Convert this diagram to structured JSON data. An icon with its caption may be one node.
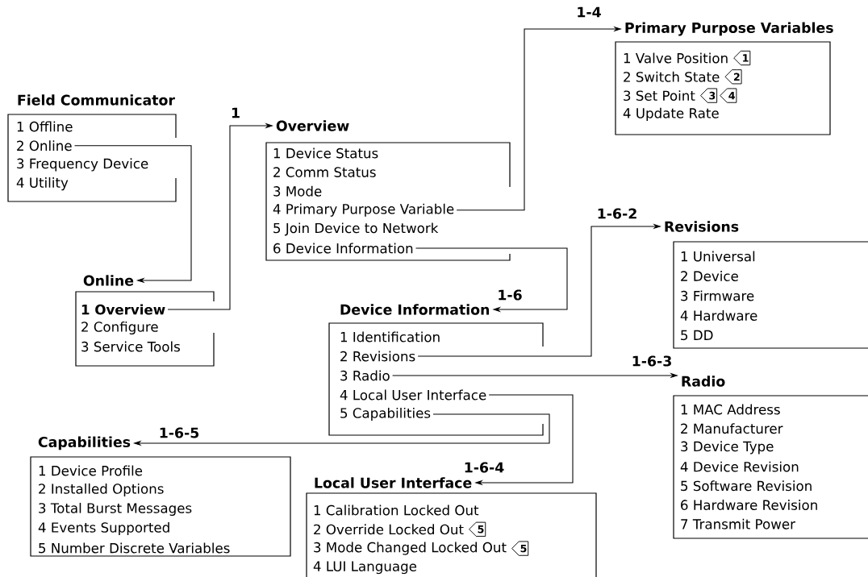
{
  "diagram": {
    "nodes": [
      {
        "text": [
          "Field Communicator"
        ]
      },
      {
        "text": [
          "1 Offline"
        ],
        "in": 0
      },
      {
        "text": [
          "2 Online"
        ],
        "in": 0
      },
      {
        "text": [
          "3 Frequency Device"
        ],
        "in": 0
      },
      {
        "text": [
          "4 Utility"
        ],
        "in": 0
      },
      {
        "text": [
          "Online"
        ]
      },
      {
        "text": [
          "1 Overview"
        ],
        "in": 5
      },
      {
        "text": [
          "2 Configure"
        ],
        "in": 5
      },
      {
        "text": [
          "3 Service Tools"
        ],
        "in": 5
      },
      {
        "text": [
          "Overview"
        ]
      },
      {
        "text": [
          "1 Device Status"
        ],
        "in": 9
      },
      {
        "text": [
          "2 Comm Status"
        ],
        "in": 9
      },
      {
        "text": [
          "3 Mode"
        ],
        "in": 9
      },
      {
        "text": [
          "4 Primary Purpose Variable"
        ],
        "in": 9
      },
      {
        "text": [
          "5 Join Device to Network"
        ],
        "in": 9
      },
      {
        "text": [
          "6 Device Information"
        ],
        "in": 9
      },
      {
        "text": [
          "Primary Purpose Variables"
        ]
      },
      {
        "text": [
          "1 Valve Position"
        ],
        "in": 16,
        "beside": [
          "1"
        ]
      },
      {
        "text": [
          "2 Switch State"
        ],
        "in": 16,
        "beside": [
          "2"
        ]
      },
      {
        "text": [
          "3 Set Point"
        ],
        "in": 16,
        "beside": [
          "3",
          "4"
        ]
      },
      {
        "text": [
          "4 Update Rate"
        ],
        "in": 16
      },
      {
        "text": [
          "Revisions"
        ]
      },
      {
        "text": [
          "1 Universal"
        ],
        "in": 21
      },
      {
        "text": [
          "2 Device"
        ],
        "in": 21
      },
      {
        "text": [
          "3 Firmware"
        ],
        "in": 21
      },
      {
        "text": [
          "4 Hardware"
        ],
        "in": 21
      },
      {
        "text": [
          "5 DD"
        ],
        "in": 21
      },
      {
        "text": [
          "Device Information"
        ]
      },
      {
        "text": [
          "1 Identification"
        ],
        "in": 27
      },
      {
        "text": [
          "2 Revisions"
        ],
        "in": 27
      },
      {
        "text": [
          "3 Radio"
        ],
        "in": 27
      },
      {
        "text": [
          "4 Local User Interface"
        ],
        "in": 27
      },
      {
        "text": [
          "5 Capabilities"
        ],
        "in": 27
      },
      {
        "text": [
          "Radio"
        ]
      },
      {
        "text": [
          "1 MAC Address"
        ],
        "in": 33
      },
      {
        "text": [
          "2 Manufacturer"
        ],
        "in": 33
      },
      {
        "text": [
          "3 Device Type"
        ],
        "in": 33
      },
      {
        "text": [
          "4 Device Revision"
        ],
        "in": 33
      },
      {
        "text": [
          "5 Software Revision"
        ],
        "in": 33
      },
      {
        "text": [
          "6 Hardware Revision"
        ],
        "in": 33
      },
      {
        "text": [
          "7 Transmit Power"
        ],
        "in": 33
      },
      {
        "text": [
          "Capabilities"
        ]
      },
      {
        "text": [
          "1 Device Profile"
        ],
        "in": 41
      },
      {
        "text": [
          "2 Installed Options"
        ],
        "in": 41
      },
      {
        "text": [
          "3 Total Burst Messages"
        ],
        "in": 41
      },
      {
        "text": [
          "4 Events Supported"
        ],
        "in": 41
      },
      {
        "text": [
          "5 Number Discrete Variables"
        ],
        "in": 41
      },
      {
        "text": [
          "Local User Interface"
        ]
      },
      {
        "text": [
          "1 Calibration Locked Out"
        ],
        "in": 47
      },
      {
        "text": [
          "2 Override Locked Out"
        ],
        "in": 47,
        "beside": [
          "5"
        ]
      },
      {
        "text": [
          "3 Mode Changed Locked Out"
        ],
        "in": 47,
        "beside": [
          "5"
        ]
      },
      {
        "text": [
          "4 LUI Language"
        ],
        "in": 47
      }
    ],
    "edges": [
      {
        "from": 2,
        "to": 5,
        "arrow": "to"
      },
      {
        "from": 6,
        "to": 9,
        "arrow": "to",
        "label": "1"
      },
      {
        "from": 13,
        "to": 16,
        "arrow": "to",
        "label": "1-4"
      },
      {
        "from": 15,
        "to": 27,
        "arrow": "to",
        "label": "1-6"
      },
      {
        "from": 29,
        "to": 21,
        "arrow": "to",
        "label": "1-6-2"
      },
      {
        "from": 30,
        "to": 33,
        "arrow": "to",
        "label": "1-6-3"
      },
      {
        "from": 31,
        "to": 47,
        "arrow": "to",
        "label": "1-6-4"
      },
      {
        "from": 32,
        "to": 41,
        "arrow": "to",
        "label": "1-6-5"
      }
    ]
  }
}
